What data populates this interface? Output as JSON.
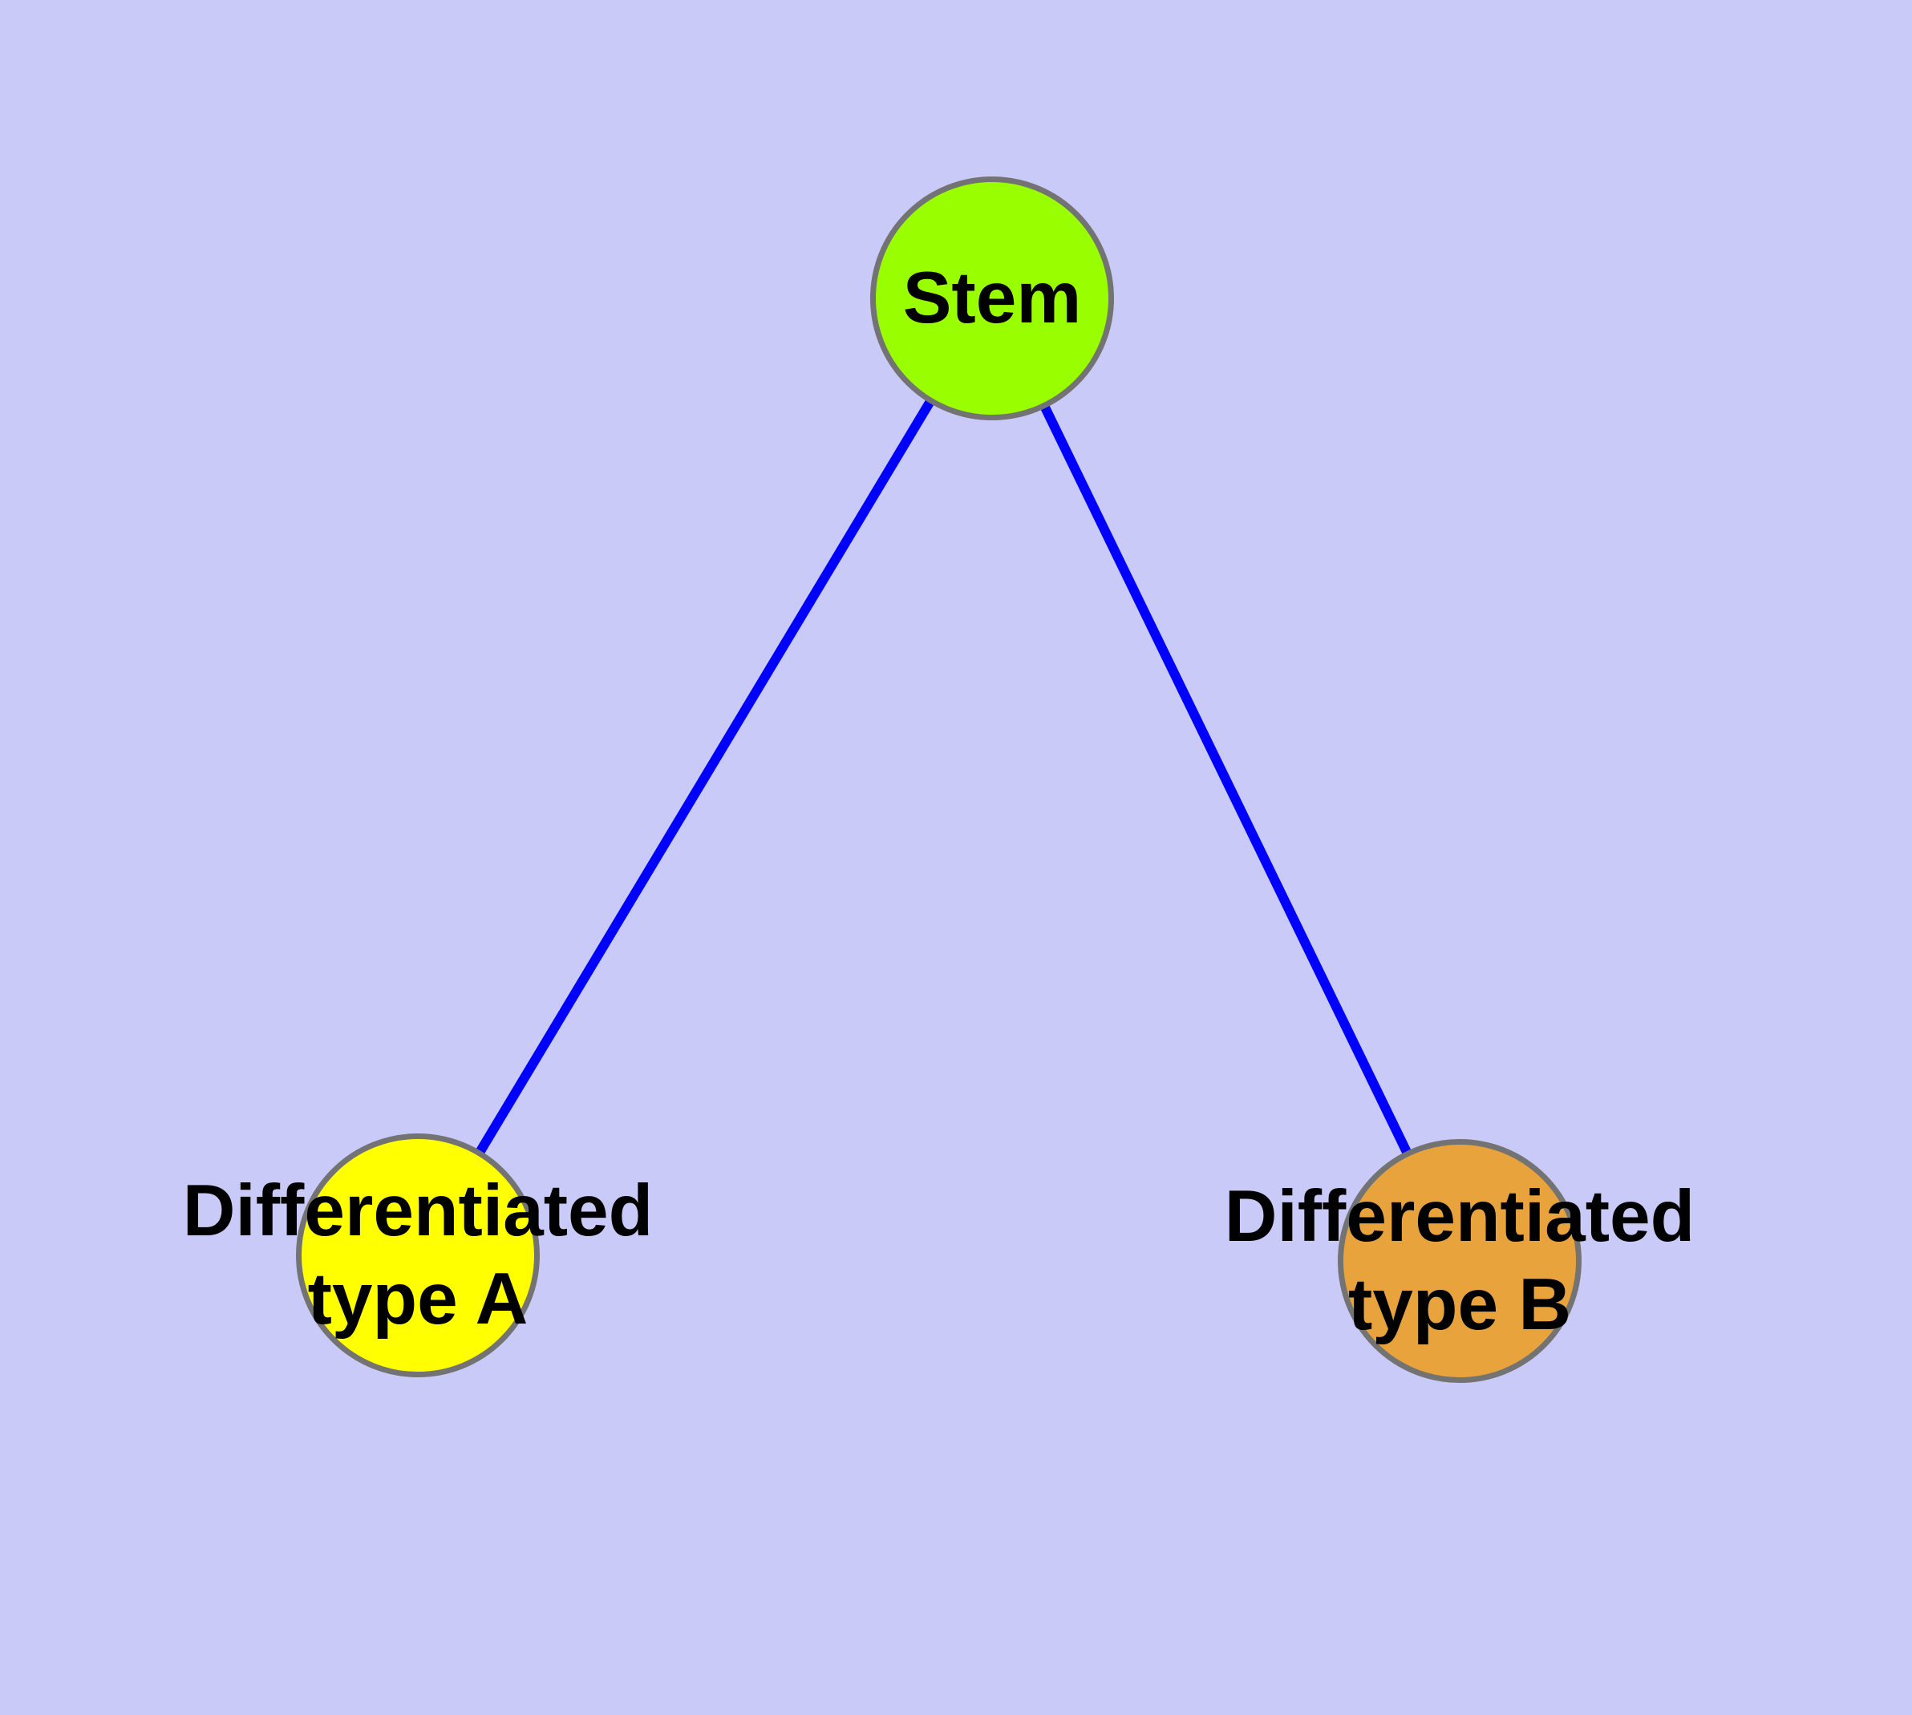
{
  "diagram": {
    "background_color": "#CACAF8",
    "node_border_color": "#737373",
    "edge_color": "#0000FF",
    "label_color": "#000000",
    "nodes": [
      {
        "id": "stem",
        "label": "Stem",
        "fill": "#99FF00"
      },
      {
        "id": "differentiated-type-a",
        "label_line1": "Differentiated",
        "label_line2": "type A",
        "fill": "#FFFF00"
      },
      {
        "id": "differentiated-type-b",
        "label_line1": "Differentiated",
        "label_line2": "type B",
        "fill": "#E8A33C"
      }
    ],
    "edges": [
      {
        "from": "Stem",
        "to": "Differentiated type A"
      },
      {
        "from": "Stem",
        "to": "Differentiated type B"
      }
    ]
  }
}
